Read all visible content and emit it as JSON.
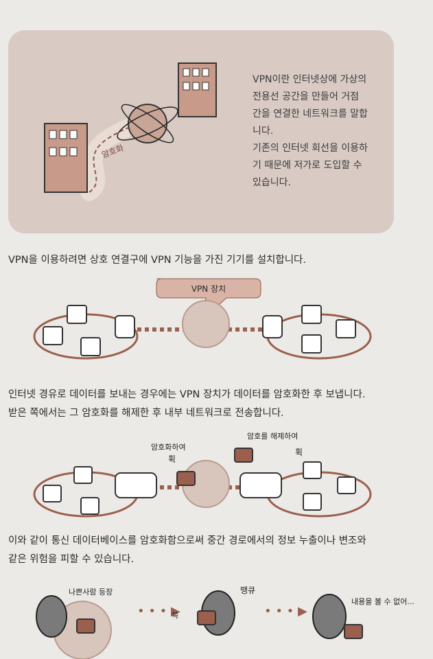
{
  "intro": {
    "lines": [
      "VPN이란 인터넷상에 가상의",
      "전용선 공간을 만들어 거점",
      "간을 연결한 네트워크를 말합",
      "니다.",
      "기존의 인터넷 회선을 이용하",
      "기 때문에 저가로 도입할 수",
      "있습니다."
    ],
    "road_label": "암호화"
  },
  "paragraph1": "VPN을 이용하려면 상호 연결구에 VPN 기능을 가진 기기를 설치합니다.",
  "vpn_device_label": "VPN 장치",
  "paragraph2": [
    "인터넷 경유로 데이터를 보내는 경우에는 VPN 장치가 데이터를 암호화한 후 보냅니다.",
    "받은 쪽에서는 그 암호화를 해제한 후 내부 네트워크로 전송합니다."
  ],
  "encrypt_note": "암호화하여",
  "encrypt_sfx": "휙",
  "decrypt_note": "암호를 해제하여",
  "decrypt_sfx": "휙",
  "paragraph3": [
    "이와 같이 통신 데이터베이스를 암호화함으로써 중간 경로에서의 정보 누출이나 변조와",
    "같은 위험을 피할 수 있습니다."
  ],
  "story": {
    "villain_label": "나쁜사람 등장",
    "grab_sfx": "쓱",
    "thanks_sfx": "땡큐",
    "sad_label": "내용을 볼 수 없어..."
  },
  "colors": {
    "accent": "#9b5f4d",
    "box_bg": "#d9cbc4",
    "page_bg": "#eceae7"
  }
}
